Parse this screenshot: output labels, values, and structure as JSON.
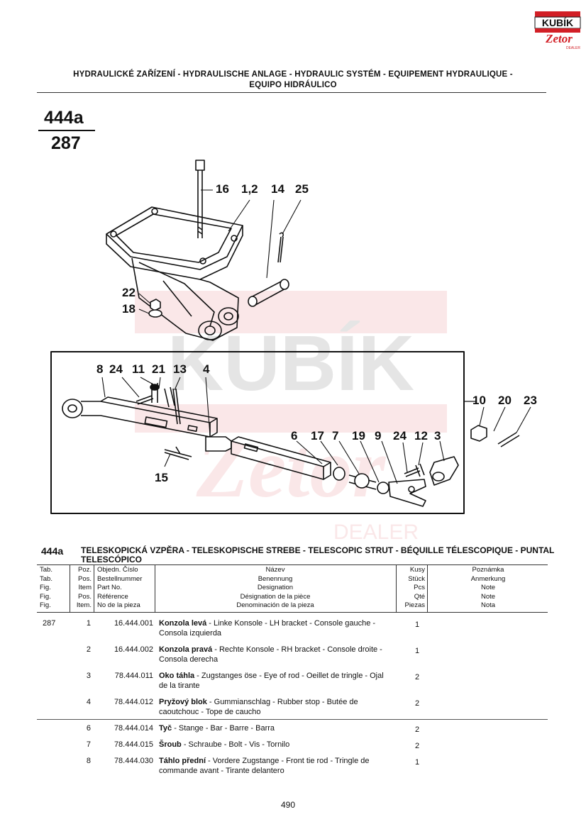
{
  "header": {
    "line1": "HYDRAULICKÉ ZAŘÍZENÍ - HYDRAULISCHE ANLAGE - HYDRAULIC SYSTÉM - EQUIPEMENT HYDRAULIQUE -",
    "line2": "EQUIPO HIDRÁULICO"
  },
  "logo": {
    "brand": "KUBÍK",
    "sub": "Zetor",
    "tag": "DEALER",
    "color": "#d21f26"
  },
  "figure": {
    "number": "444a",
    "sub_number": "287"
  },
  "callouts": {
    "c16": "16",
    "c12": "1,2",
    "c14": "14",
    "c25": "25",
    "c22": "22",
    "c18": "18",
    "c8": "8",
    "c24a": "24",
    "c11": "11",
    "c21": "21",
    "c13": "13",
    "c4": "4",
    "c15": "15",
    "c6": "6",
    "c17": "17",
    "c7": "7",
    "c19": "19",
    "c9": "9",
    "c24b": "24",
    "c12b": "12",
    "c3": "3",
    "c10": "10",
    "c20": "20",
    "c23": "23"
  },
  "section": {
    "number": "444a",
    "title": "TELESKOPICKÁ VZPĚRA - TELESKOPISCHE STREBE - TELESCOPIC STRUT - BÉQUILLE TÉLESCOPIQUE - PUNTAL TELESCÓPICO"
  },
  "table_header": {
    "tab": [
      "Tab.",
      "Tab.",
      "Fig.",
      "Fig.",
      "Fig."
    ],
    "pos": [
      "Poz.",
      "Pos.",
      "Item",
      "Pos.",
      "Item."
    ],
    "ref": [
      "Objedn. Číslo",
      "Bestellnummer",
      "Part No.",
      "Référence",
      "No de la pieza"
    ],
    "desc": [
      "Název",
      "Benennung",
      "Designation",
      "Désignation de la pièce",
      "Denominación de la pieza"
    ],
    "qty": [
      "Kusy",
      "Stück",
      "Pcs",
      "Qté",
      "Piezas"
    ],
    "note": [
      "Poznámka",
      "Anmerkung",
      "Note",
      "Note",
      "Nota"
    ]
  },
  "rows": [
    {
      "tab": "287",
      "pos": "1",
      "ref": "16.444.001",
      "name": "Konzola levá",
      "desc": " - Linke Konsole - LH bracket - Console gauche - Consola izquierda",
      "qty": "1"
    },
    {
      "tab": "",
      "pos": "2",
      "ref": "16.444.002",
      "name": "Konzola pravá",
      "desc": " - Rechte Konsole - RH bracket - Console droite - Consola derecha",
      "qty": "1"
    },
    {
      "tab": "",
      "pos": "3",
      "ref": "78.444.011",
      "name": "Oko táhla",
      "desc": " - Zugstanges öse - Eye of rod - Oeillet de tringle - Ojal de la tirante",
      "qty": "2"
    },
    {
      "tab": "",
      "pos": "4",
      "ref": "78.444.012",
      "name": "Pryžový blok",
      "desc": " - Gummianschlag - Rubber stop - Butée de caoutchouc - Tope de caucho",
      "qty": "2"
    },
    {
      "tab": "",
      "pos": "6",
      "ref": "78.444.014",
      "name": "Tyč",
      "desc": " - Stange - Bar - Barre - Barra",
      "qty": "2"
    },
    {
      "tab": "",
      "pos": "7",
      "ref": "78.444.015",
      "name": "Šroub",
      "desc": " - Schraube - Bolt - Vis - Tornilo",
      "qty": "2"
    },
    {
      "tab": "",
      "pos": "8",
      "ref": "78.444.030",
      "name": "Táhlo přední",
      "desc": " - Vordere Zugstange - Front tie rod - Tringle de commande avant - Tirante delantero",
      "qty": "1"
    }
  ],
  "page_number": "490"
}
